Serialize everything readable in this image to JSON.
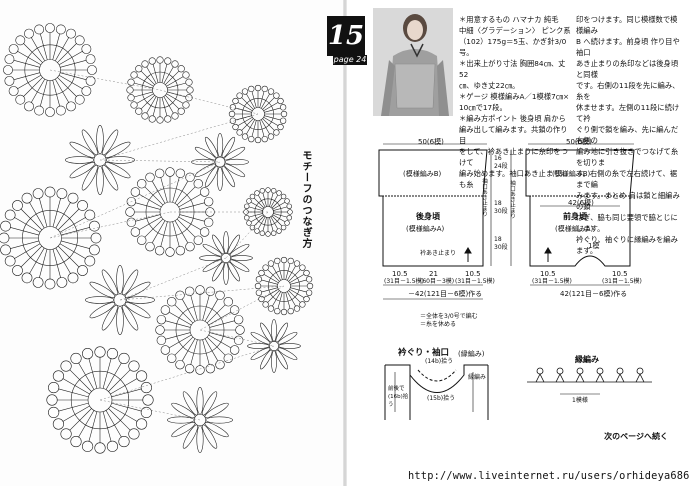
{
  "page": {
    "motif_title": "モチーフのつなぎ方",
    "pattern_number": "15",
    "page_ref": "page 24",
    "footer_next": "次のページへ続く",
    "url": "http://www.liveinternet.ru/users/orhideya68687/"
  },
  "text_columns": {
    "mid": [
      "＊用意するもの ハマナカ 純毛",
      "中細〈グラデーション〉 ピンク系",
      "（102）175g＝5玉、かぎ針3/0号。",
      "＊出来上がり寸法 胸囲84㎝、丈52",
      "㎝、ゆき丈22㎝。",
      "＊ゲージ 模様編みA／1模様7㎝×",
      "10㎝で17段。",
      "＊編み方ポイント 後身頃 肩から",
      "編み出して編みます。共鎖の作り目",
      "をして、衿あき止まりに糸印をつけて",
      "編み始めます。袖口あき止まりにも糸"
    ],
    "right": [
      "印をつけます。同じ模様数で模様編み",
      "B へ続けます。前身頃 作り目や袖口",
      "あき止まりの糸印などは後身頃と同様",
      "です。右側の11段を先に編み、糸を",
      "休ませます。左側の11段に続けて衿",
      "ぐり側で鎖を編み、先に編んだ右側の",
      "編み地に引き抜きでつなげて糸を切りま",
      "す。右側の糸で左右続けて、裾まで編",
      "みます。まとめ 肩は鎖と細編みの鎖",
      "はぎ、脇も同じ要領で脇とじにします。",
      "衿ぐり、袖ぐりに縁編みを編みます。"
    ]
  },
  "back_diagram": {
    "top_width": "50(6模)",
    "pattern_b": "(模様編みB)",
    "title": "後身頃",
    "pattern_a": "(模様編みA)",
    "hem": "－42(121目－6模)作る",
    "left_seg": "10.5",
    "left_seg_sub": "(31目－1.5模)",
    "mid_seg": "21",
    "mid_seg_sub": "(60目－3模)",
    "right_seg": "10.5",
    "right_seg_sub": "(31目－1.5模)",
    "dims": [
      "16",
      "24段",
      "18",
      "30段",
      "18",
      "30段"
    ],
    "neck_mark": "衿あき止まり",
    "sleeve_mark": "袖口あき止まり",
    "note1": "＝全体を3/0号で編む",
    "note2": "＝糸を休める"
  },
  "front_diagram": {
    "top_width": "50(6模)",
    "pattern_b": "(模様編みB)",
    "inner_width": "42(6模)",
    "title": "前身頃",
    "pattern_a": "(模様編みA)",
    "pattern_count": "1模",
    "hem": "42(121目－6模)作る",
    "left_seg": "10.5",
    "left_seg_sub": "(31目－1.5模)",
    "right_seg": "10.5",
    "right_seg_sub": "(31目－1.5模)",
    "side_mark": "袖口あき止まり"
  },
  "collar": {
    "title": "衿ぐり・袖口",
    "subtitle": "(縁編み)",
    "top": "(14b)拾う",
    "bottom": "(15b)拾う",
    "side": "前後で(16b)拾う",
    "mark": "縁編み"
  },
  "edging": {
    "title": "縁編み",
    "repeat": "1模様"
  }
}
